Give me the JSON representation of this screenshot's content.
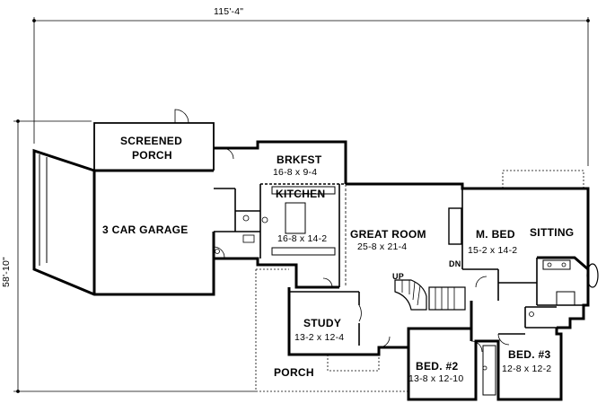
{
  "overall": {
    "width": "115'-4\"",
    "depth": "58'-10\""
  },
  "rooms": {
    "screened_porch": {
      "line1": "SCREENED",
      "line2": "PORCH"
    },
    "brkfst": {
      "name": "BRKFST",
      "dims": "16-8  x  9-4"
    },
    "kitchen": {
      "name": "KITCHEN",
      "dims": "16-8  x  14-2"
    },
    "garage": {
      "name": "3 CAR GARAGE"
    },
    "great_room": {
      "name": "GREAT ROOM",
      "dims": "25-8  x  21-4"
    },
    "master_bed": {
      "name": "M. BED",
      "dims": "15-2  x  14-2"
    },
    "sitting": {
      "name": "SITTING"
    },
    "study": {
      "name": "STUDY",
      "dims": "13-2  x  12-4"
    },
    "porch": {
      "name": "PORCH"
    },
    "bed2": {
      "name": "BED. #2",
      "dims": "13-8  x  12-10"
    },
    "bed3": {
      "name": "BED. #3",
      "dims": "12-8  x  12-2"
    }
  },
  "stairs": {
    "up": "UP",
    "down": "DN"
  }
}
